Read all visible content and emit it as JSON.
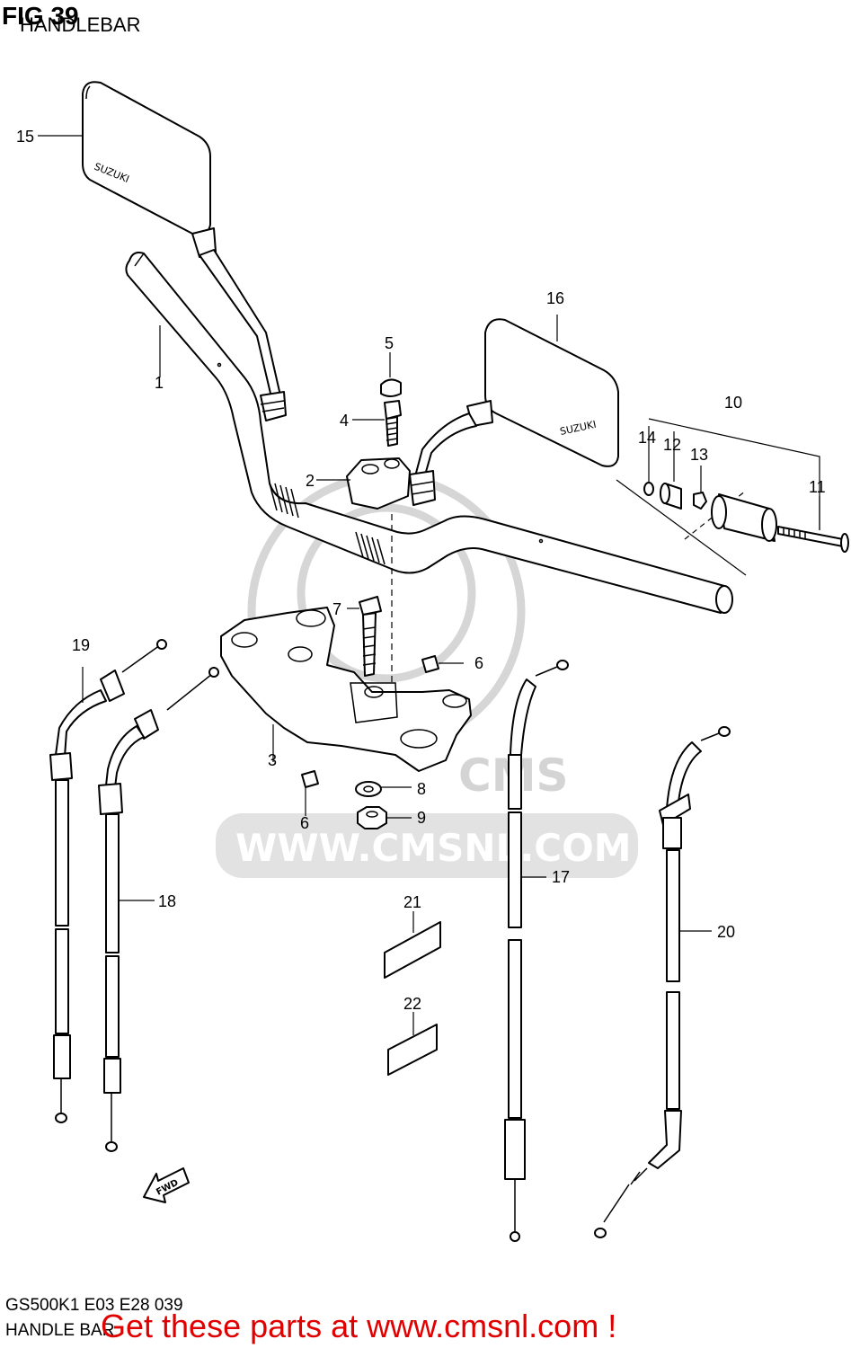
{
  "header": {
    "fig_label": "FIG 39",
    "subtitle": "HANDLEBAR"
  },
  "watermark": {
    "brand": "CMS",
    "url": "WWW.CMSNL.COM"
  },
  "parts": {
    "mirror_brand": "SUZUKI",
    "fwd_label": "FWD"
  },
  "callouts": [
    "1",
    "2",
    "3",
    "4",
    "5",
    "6",
    "6",
    "7",
    "8",
    "9",
    "10",
    "11",
    "12",
    "13",
    "14",
    "15",
    "16",
    "17",
    "18",
    "19",
    "20",
    "21",
    "22"
  ],
  "footer": {
    "model_code": "GS500K1 E03 E28 039",
    "section_name": "HANDLE BAR",
    "cta": "Get these parts at www.cmsnl.com !"
  }
}
